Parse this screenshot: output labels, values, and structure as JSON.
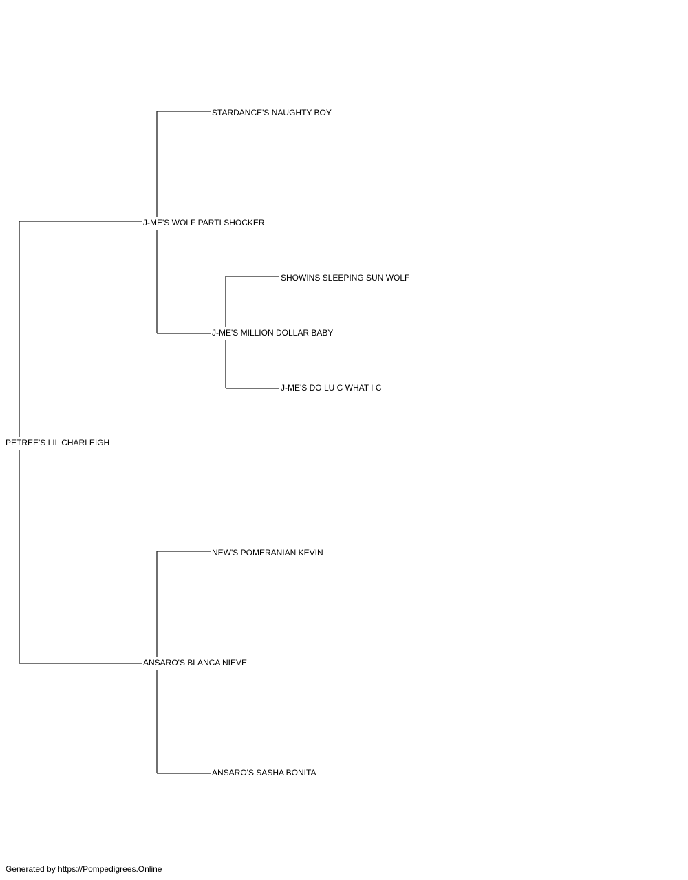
{
  "pedigree": {
    "subject": "PETREE'S LIL CHARLEIGH",
    "sire": {
      "name": "J-ME'S WOLF PARTI SHOCKER",
      "sire": {
        "name": "STARDANCE'S NAUGHTY BOY"
      },
      "dam": {
        "name": "J-ME'S MILLION DOLLAR BABY",
        "sire": {
          "name": "SHOWINS SLEEPING SUN WOLF"
        },
        "dam": {
          "name": "J-ME'S DO LU C WHAT I C"
        }
      }
    },
    "dam": {
      "name": "ANSARO'S BLANCA NIEVE",
      "sire": {
        "name": "NEW'S POMERANIAN KEVIN"
      },
      "dam": {
        "name": "ANSARO'S SASHA BONITA"
      }
    }
  },
  "footer": {
    "text": "Generated by https://Pompedigrees.Online"
  }
}
